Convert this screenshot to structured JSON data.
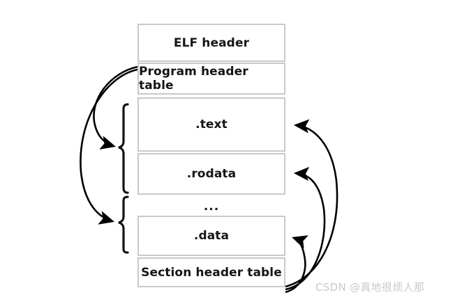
{
  "diagram": {
    "title": "ELF object file layout with program header table and section header table mappings",
    "background_color": "#ffffff",
    "box_border_color": "#c9c9c9",
    "text_color": "#151515",
    "stroke_color": "#000000",
    "boxes": [
      {
        "id": "elf-header",
        "label": "ELF header"
      },
      {
        "id": "program-header",
        "label": "Program header table"
      },
      {
        "id": "text",
        "label": ".text"
      },
      {
        "id": "rodata",
        "label": ".rodata"
      },
      {
        "id": "data",
        "label": ".data"
      },
      {
        "id": "section-header",
        "label": "Section header table"
      }
    ],
    "ellipsis": "...",
    "braces": [
      {
        "id": "segment-brace-upper",
        "spans": [
          "text",
          "rodata"
        ]
      },
      {
        "id": "segment-brace-lower",
        "spans": [
          "data"
        ]
      }
    ],
    "arrows": [
      {
        "id": "program-header-to-upper-segment",
        "from": "program-header",
        "to": "segment-brace-upper",
        "side": "left"
      },
      {
        "id": "program-header-to-lower-segment",
        "from": "program-header",
        "to": "segment-brace-lower",
        "side": "left"
      },
      {
        "id": "section-header-to-text",
        "from": "section-header",
        "to": "text",
        "side": "right"
      },
      {
        "id": "section-header-to-rodata",
        "from": "section-header",
        "to": "rodata",
        "side": "right"
      },
      {
        "id": "section-header-to-data",
        "from": "section-header",
        "to": "data",
        "side": "right"
      }
    ]
  },
  "watermark": {
    "text": "CSDN @真地很烦人那",
    "color": "#c9c9c9"
  }
}
